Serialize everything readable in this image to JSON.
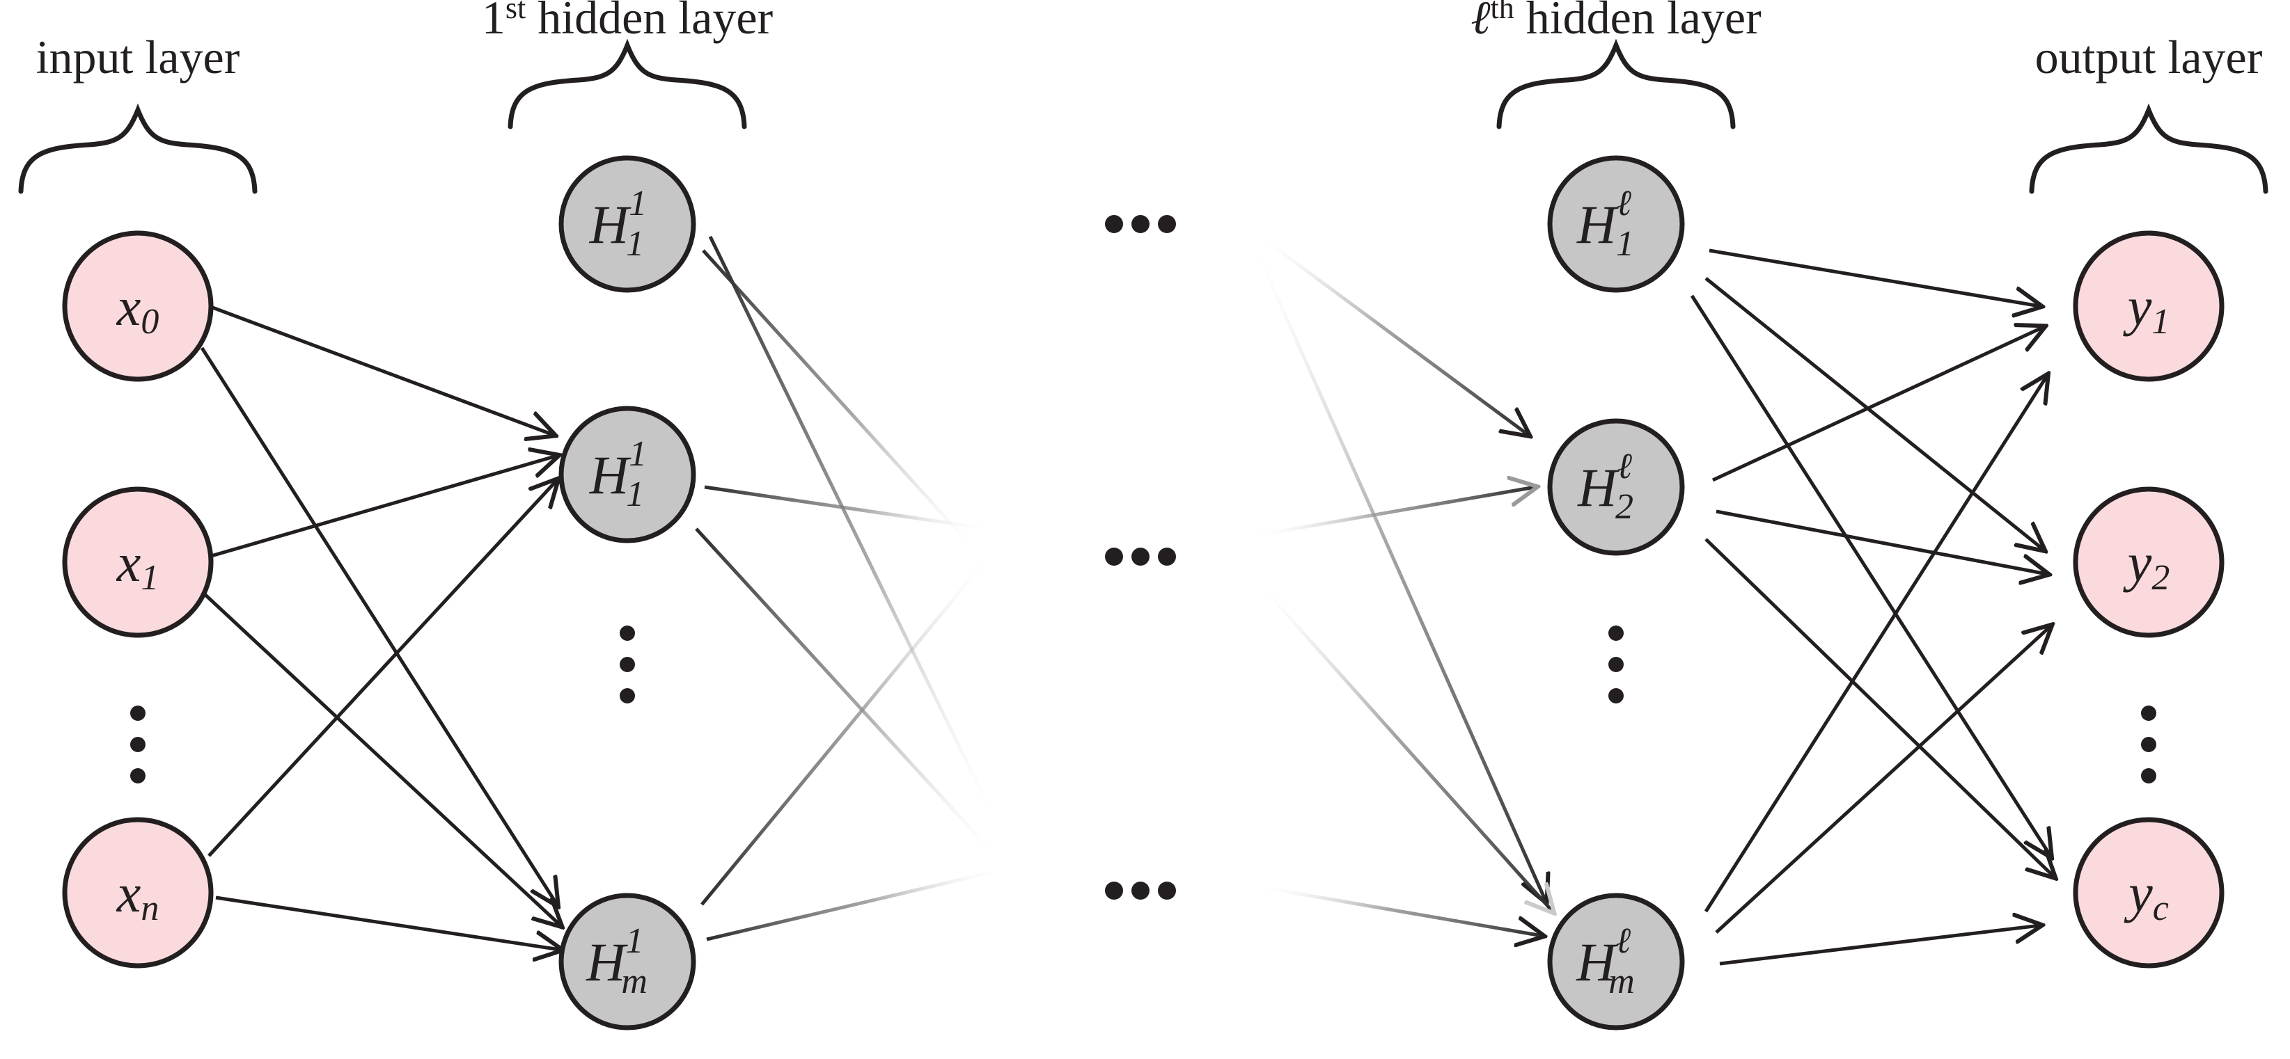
{
  "figure": {
    "title": "Feedforward neural network architecture diagram",
    "background_color": "#ffffff",
    "ink_color": "#231f20",
    "input_node_color": "#fadadd",
    "output_node_color": "#fadadd",
    "hidden_node_color": "#c6c6c6"
  },
  "captions": {
    "input_layer": "input layer",
    "first_hidden_prefix": "1",
    "first_hidden_ordinal": "st",
    "first_hidden_rest": " hidden layer",
    "lth_hidden_prefix": "ℓ",
    "lth_hidden_ordinal": "th",
    "lth_hidden_rest": " hidden layer",
    "output_layer": "output layer"
  },
  "layers": [
    {
      "id": "input",
      "caption": "input layer",
      "kind": "input",
      "nodes": [
        {
          "id": "x0",
          "base": "x",
          "sub": "0",
          "sup": ""
        },
        {
          "id": "x1",
          "base": "x",
          "sub": "1",
          "sup": ""
        },
        {
          "id": "xn",
          "base": "x",
          "sub": "n",
          "sup": ""
        }
      ],
      "vertical_ellipsis": true
    },
    {
      "id": "hidden1",
      "caption": "1st hidden layer",
      "kind": "hidden",
      "nodes": [
        {
          "id": "h1_1_top",
          "base": "H",
          "sub": "1",
          "sup": "1"
        },
        {
          "id": "h1_1_mid",
          "base": "H",
          "sub": "1",
          "sup": "1"
        },
        {
          "id": "h1_m",
          "base": "H",
          "sub": "m",
          "sup": "1"
        }
      ],
      "vertical_ellipsis": true
    },
    {
      "id": "hiddenL",
      "caption": "ℓth hidden layer",
      "kind": "hidden",
      "nodes": [
        {
          "id": "hl_1",
          "base": "H",
          "sub": "1",
          "sup": "ℓ"
        },
        {
          "id": "hl_2",
          "base": "H",
          "sub": "2",
          "sup": "ℓ"
        },
        {
          "id": "hl_m",
          "base": "H",
          "sub": "m",
          "sup": "ℓ"
        }
      ],
      "vertical_ellipsis": true
    },
    {
      "id": "output",
      "caption": "output layer",
      "kind": "output",
      "nodes": [
        {
          "id": "y1",
          "base": "y",
          "sub": "1",
          "sup": ""
        },
        {
          "id": "y2",
          "base": "y",
          "sub": "2",
          "sup": ""
        },
        {
          "id": "yc",
          "base": "y",
          "sub": "c",
          "sup": ""
        }
      ],
      "vertical_ellipsis": true
    }
  ],
  "horizontal_ellipses": [
    {
      "id": "hdots-top",
      "label": "..."
    },
    {
      "id": "hdots-middle",
      "label": "..."
    },
    {
      "id": "hdots-bottom",
      "label": "..."
    }
  ]
}
